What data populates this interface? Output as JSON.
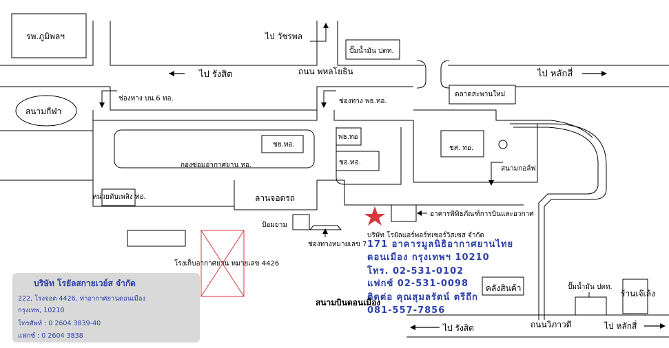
{
  "labels": {
    "hospital": "รพ.ภูมิพลฯ",
    "to_wachiraphon": "ไป วัชรพล",
    "gas_station_ptt_top": "ปั๊มน้ำมัน ปตท.",
    "to_rangsit_top": "ไป รังสิต",
    "phahonyothin_road": "ถนน พหลโยธิน",
    "to_laksi_top": "ไป หลักสี่",
    "stadium": "สนามกีฬา",
    "gate_bn6": "ช่องทาง บน.6 ทอ.",
    "gate_phothor": "ช่องทาง พธ.ทอ.",
    "saphan_mai_market": "ตลาดสะพานใหม่",
    "chaytor": "ชย.ทอ.",
    "weather_division": "กองซ่อมอากาศยาน ทอ.",
    "phothor_box": "พธ.ทอ",
    "sortor": "ชอ.ทอ.",
    "sortor2": "ชส. ทอ.",
    "golf_course": "สนามกอล์ฟ",
    "fire_unit": "หน่วยดับเพลิง ทอ.",
    "parking": "ลานจอดรถ",
    "museum": "อาคารพิพิธภัณฑ์การบินและอวกาศ",
    "guard_post": "ป้อมยาม",
    "royal_air_port_services": "บริษัท โรยัลแอร์พอร์ทเซอร์วิสเซส จำกัด",
    "gate_no7": "ช่องทางหมายเลข 7",
    "hangar_4426": "โรงเก็บอากาศยาน หมายเลข 4426",
    "warehouse": "คลังสินค้า",
    "gas_station_ptt_bottom": "ปั๊มน้ำมัน ปตท.",
    "shop": "ร้านเจ๊เล้ง",
    "don_mueang_airport": "สนามบินดอนเมือง",
    "to_rangsit_bottom": "ไป รังสิต",
    "viphavadi_road": "ถนนวิภาวดี",
    "to_laksi_bottom": "ไป หลักสี่"
  },
  "contact_overlay": {
    "address_line1": "171 อาคารมูลนิธิอากาศยานไทย",
    "address_line2": "ดอนเมือง กรุงเทพฯ 10210",
    "tel": "โทร. 02-531-0102",
    "fax": "แฟกซ์ 02-531-0098",
    "contact": "ติดต่อ คุณสุมลรัตน์ ตรีถึก",
    "mobile": "081-557-7856"
  },
  "company_card": {
    "name": "บริษัท โรยัลสกายเวย์ส จำกัด",
    "address1": "222, โรงจอด 4426, ท่าอากาศยานดอนเมือง",
    "address2": "กรุงเทพ, 10210",
    "phone": "โทรศัพท์ : 0 2604 3839-40",
    "fax": "แฟกซ์ : 0 2604 3838"
  },
  "colors": {
    "accent_text": "#2b3fa8",
    "hangar_marker": "#d9363e",
    "star": "#d9363e",
    "card_background": "#d9d9d9"
  }
}
